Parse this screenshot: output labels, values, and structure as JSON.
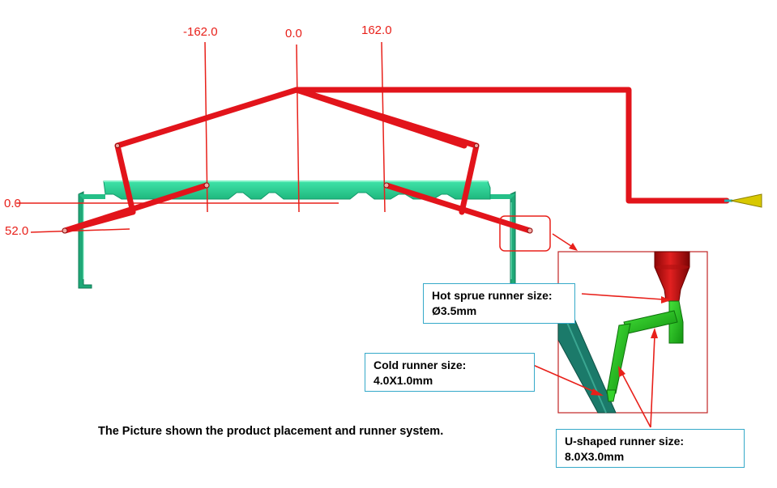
{
  "dimensions": {
    "x_neg": "-162.0",
    "x_zero": "0.0",
    "x_pos": "162.0",
    "y_zero": "0.0",
    "y_52": "52.0"
  },
  "callouts": {
    "hot_sprue": {
      "line1": "Hot sprue runner size:",
      "line2": "Ø3.5mm"
    },
    "cold_runner": {
      "line1": "Cold runner size:",
      "line2": "4.0X1.0mm"
    },
    "u_shaped": {
      "line1": "U-shaped runner size:",
      "line2": "8.0X3.0mm"
    }
  },
  "caption": "The Picture shown the product placement and runner system.",
  "colors": {
    "runner": "#e2141b",
    "part": "#2fd69a",
    "part_dark": "#0e7a55",
    "annotation": "#e8201a",
    "callout_border": "#35a9c9",
    "nozzle": "#d8c800",
    "detail_green": "#22c81c",
    "detail_red": "#d11414"
  }
}
